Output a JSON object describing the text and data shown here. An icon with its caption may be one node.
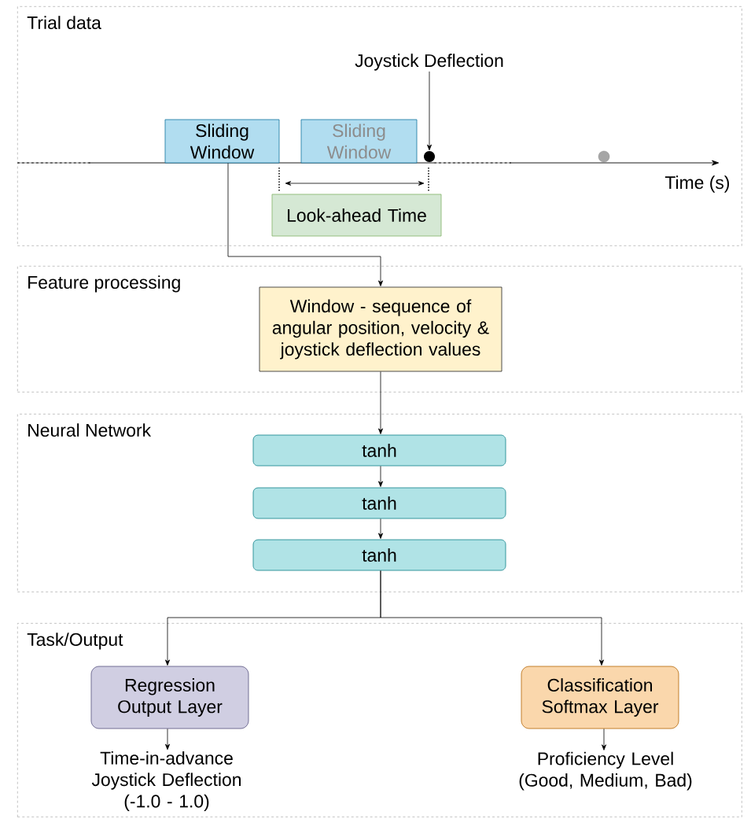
{
  "diagram": {
    "nodes": [
      {
        "text": [
          "Trial data"
        ]
      },
      {
        "text": [
          "Sliding Window"
        ],
        "in": 0
      },
      {
        "text": [
          "Sliding Window"
        ],
        "in": 0
      },
      {
        "text": [
          "Joystick Deflection"
        ],
        "in": 0
      },
      {
        "text": [],
        "shape": "circle",
        "in": 0
      },
      {
        "text": [
          "Look-ahead Time"
        ],
        "in": 0
      },
      {
        "text": [
          "Feature processing"
        ]
      },
      {
        "text": [
          "Window - sequence of angular position, velocity & joystick deflection values"
        ],
        "in": 6
      },
      {
        "text": [
          "Neural Network"
        ]
      },
      {
        "text": [
          "tanh"
        ],
        "in": 8
      },
      {
        "text": [
          "tanh"
        ],
        "in": 8
      },
      {
        "text": [
          "tanh"
        ],
        "in": 8
      },
      {
        "text": [
          "Task/Output"
        ]
      },
      {
        "text": [
          "Regression Output Layer"
        ],
        "in": 12
      },
      {
        "text": [
          "Classification Softmax Layer"
        ],
        "in": 12
      },
      {
        "text": [
          "Time-in-advance Joystick Deflection (-1.0 - 1.0)"
        ],
        "in": 12
      },
      {
        "text": [
          "Proficiency Level (Good, Medium, Bad)"
        ],
        "in": 12
      }
    ],
    "edges": [
      {
        "from": 3,
        "to": 4,
        "arrow": "to"
      },
      {
        "from": 1,
        "to": 7,
        "arrow": "to"
      },
      {
        "from": 7,
        "to": 9,
        "arrow": "to"
      },
      {
        "from": 9,
        "to": 10,
        "arrow": "to"
      },
      {
        "from": 10,
        "to": 11,
        "arrow": "to"
      },
      {
        "from": 11,
        "to": 13,
        "arrow": "to"
      },
      {
        "from": 11,
        "to": 14,
        "arrow": "to"
      },
      {
        "from": 13,
        "to": 15,
        "arrow": "to"
      },
      {
        "from": 14,
        "to": 16,
        "arrow": "to"
      }
    ],
    "labels": [
      "Time (s)"
    ]
  }
}
